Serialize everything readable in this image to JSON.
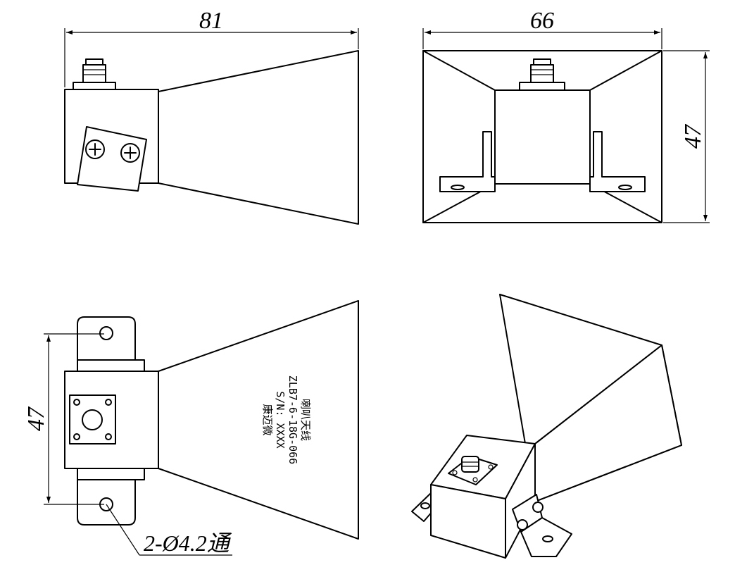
{
  "dimensions": {
    "side_width": "81",
    "front_width": "66",
    "front_height": "47",
    "top_height": "47"
  },
  "label_plate": {
    "line1": "喇叭天线",
    "line2": "ZLB7-6-18G-066",
    "line3": "S/N: XXXX",
    "line4": "康迈微"
  },
  "hole_note": "2-Ø4.2通"
}
